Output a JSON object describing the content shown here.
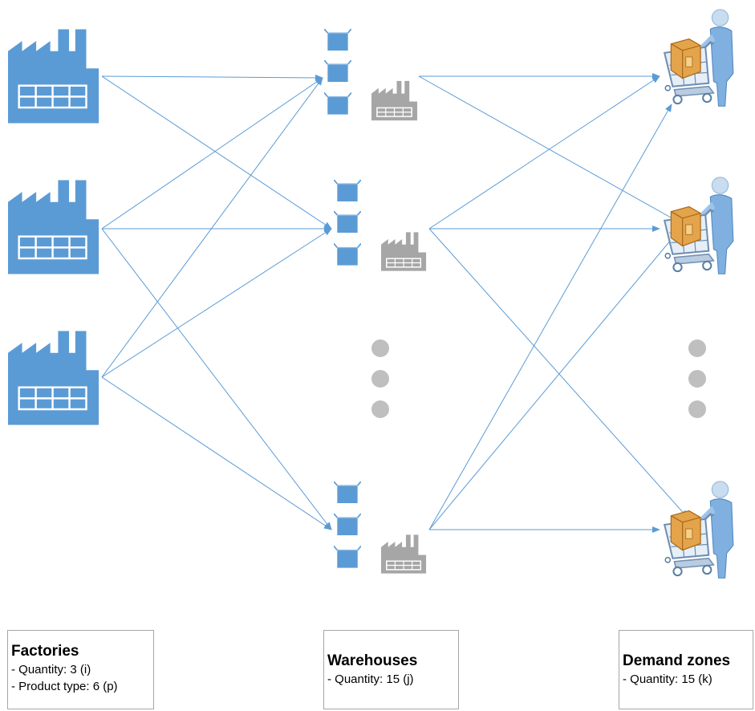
{
  "legend": {
    "factories": {
      "title": "Factories",
      "lines": [
        "- Quantity: 3 (i)",
        "- Product type: 6 (p)"
      ]
    },
    "warehouses": {
      "title": "Warehouses",
      "lines": [
        "- Quantity: 15 (j)"
      ]
    },
    "demand_zones": {
      "title": "Demand zones",
      "lines": [
        "- Quantity: 15 (k)"
      ]
    }
  },
  "icons": {
    "factory": "factory-icon",
    "warehouse": "warehouse-icon",
    "box_stack": "box-stack-icon",
    "shopper": "shopper-cart-icon",
    "ellipsis": "ellipsis-dots-icon"
  },
  "colors": {
    "factory": "#5b9bd5",
    "warehouse_building": "#a6a6a6",
    "box": "#5b9bd5",
    "arrow": "#5b9bd5",
    "ellipsis": "#bfbfbf",
    "legend_border": "#a6a6a6"
  }
}
